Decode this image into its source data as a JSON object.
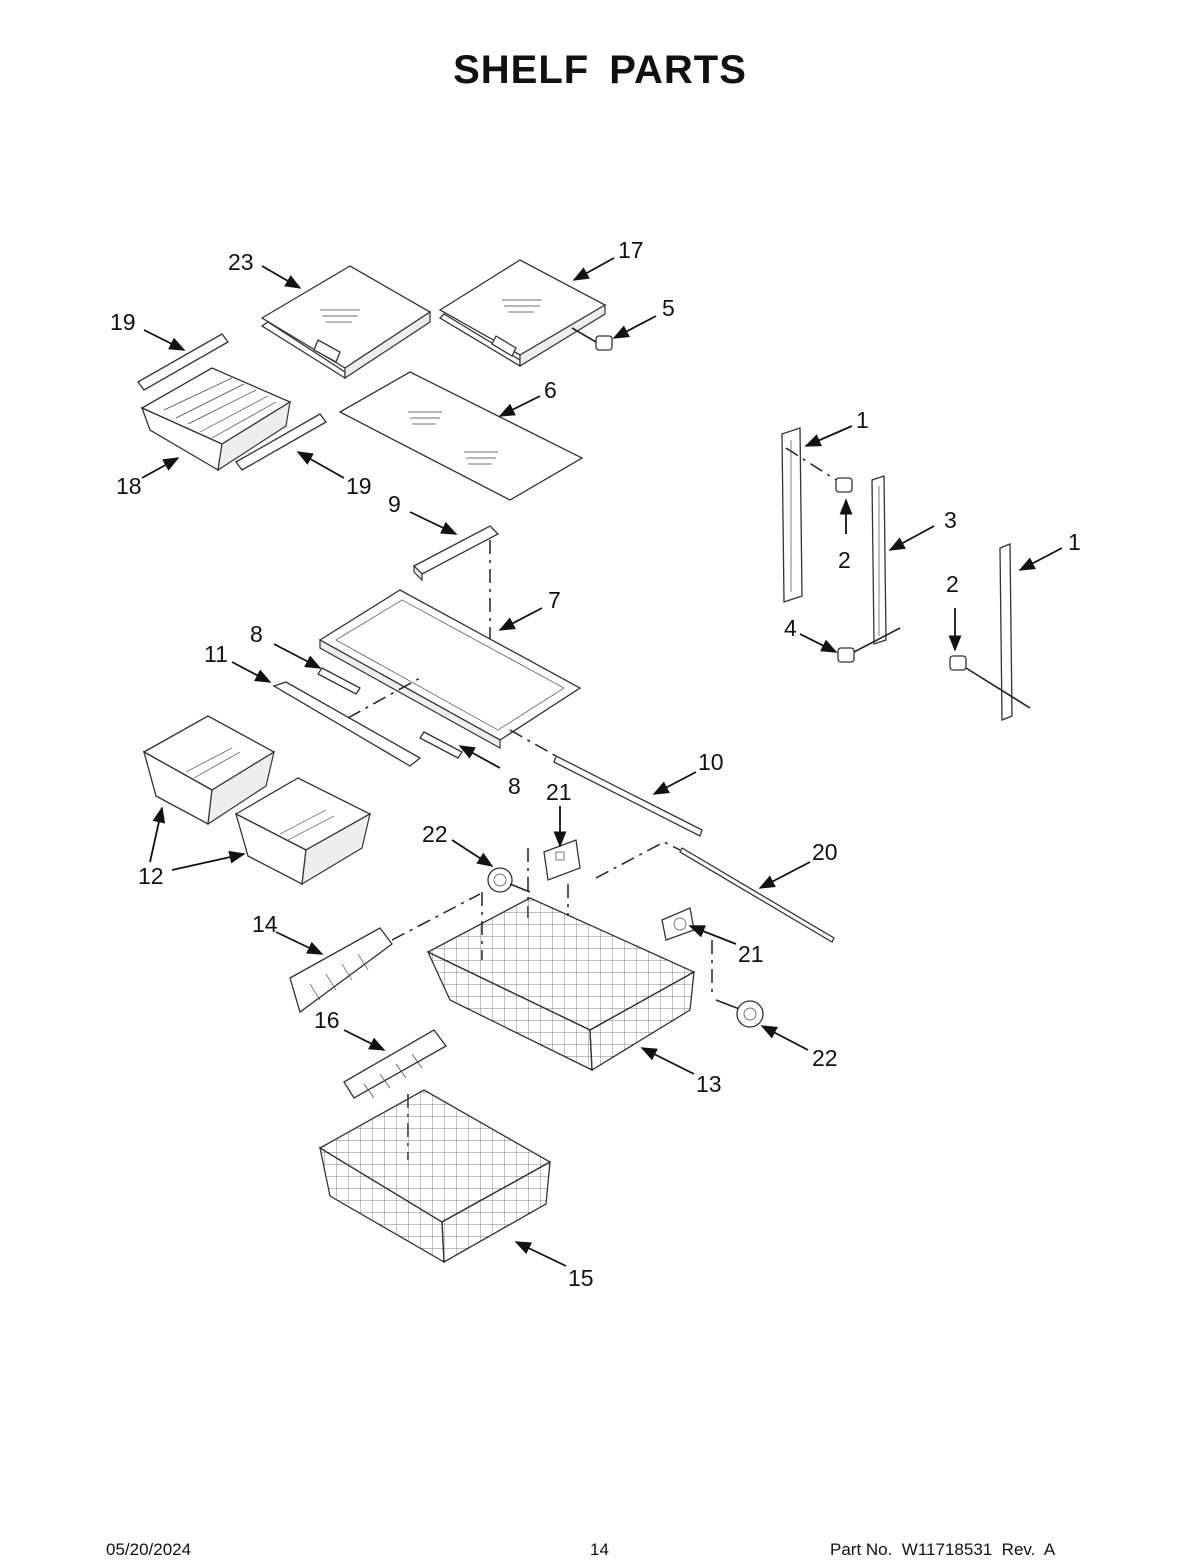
{
  "page": {
    "title": "SHELF PARTS",
    "footer": {
      "date": "05/20/2024",
      "page_number": "14",
      "part_number": "Part No.  W11718531  Rev.  A"
    }
  },
  "callouts": [
    {
      "id": "c23",
      "label": "23"
    },
    {
      "id": "c17",
      "label": "17"
    },
    {
      "id": "c5",
      "label": "5"
    },
    {
      "id": "c19a",
      "label": "19"
    },
    {
      "id": "c6",
      "label": "6"
    },
    {
      "id": "c18",
      "label": "18"
    },
    {
      "id": "c19b",
      "label": "19"
    },
    {
      "id": "c9",
      "label": "9"
    },
    {
      "id": "c7",
      "label": "7"
    },
    {
      "id": "c8a",
      "label": "8"
    },
    {
      "id": "c11",
      "label": "11"
    },
    {
      "id": "c8b",
      "label": "8"
    },
    {
      "id": "c10",
      "label": "10"
    },
    {
      "id": "c12",
      "label": "12"
    },
    {
      "id": "c21a",
      "label": "21"
    },
    {
      "id": "c22a",
      "label": "22"
    },
    {
      "id": "c20",
      "label": "20"
    },
    {
      "id": "c14",
      "label": "14"
    },
    {
      "id": "c21b",
      "label": "21"
    },
    {
      "id": "c22b",
      "label": "22"
    },
    {
      "id": "c16",
      "label": "16"
    },
    {
      "id": "c13",
      "label": "13"
    },
    {
      "id": "c15",
      "label": "15"
    },
    {
      "id": "c1a",
      "label": "1"
    },
    {
      "id": "c2a",
      "label": "2"
    },
    {
      "id": "c3",
      "label": "3"
    },
    {
      "id": "c1b",
      "label": "1"
    },
    {
      "id": "c2b",
      "label": "2"
    },
    {
      "id": "c4",
      "label": "4"
    }
  ]
}
